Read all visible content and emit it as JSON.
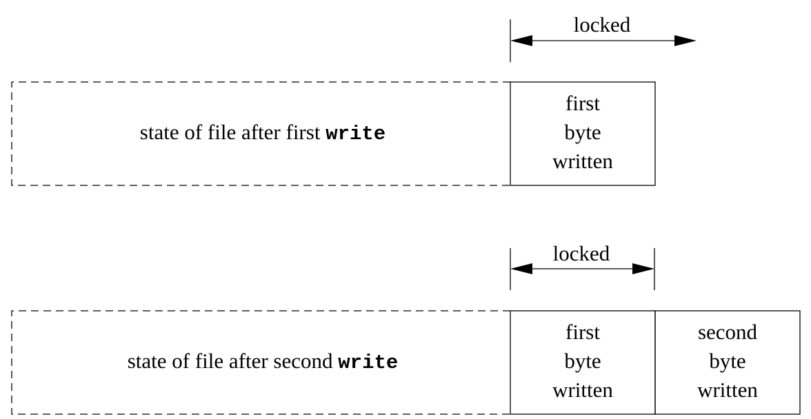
{
  "stage1": {
    "state_text": "state of file after first ",
    "state_code": "write",
    "lock_label": "locked",
    "cell1": [
      "first",
      "byte",
      "written"
    ]
  },
  "stage2": {
    "state_text": "state of file after second ",
    "state_code": "write",
    "lock_label": "locked",
    "cell1": [
      "first",
      "byte",
      "written"
    ],
    "cell2": [
      "second",
      "byte",
      "written"
    ]
  }
}
